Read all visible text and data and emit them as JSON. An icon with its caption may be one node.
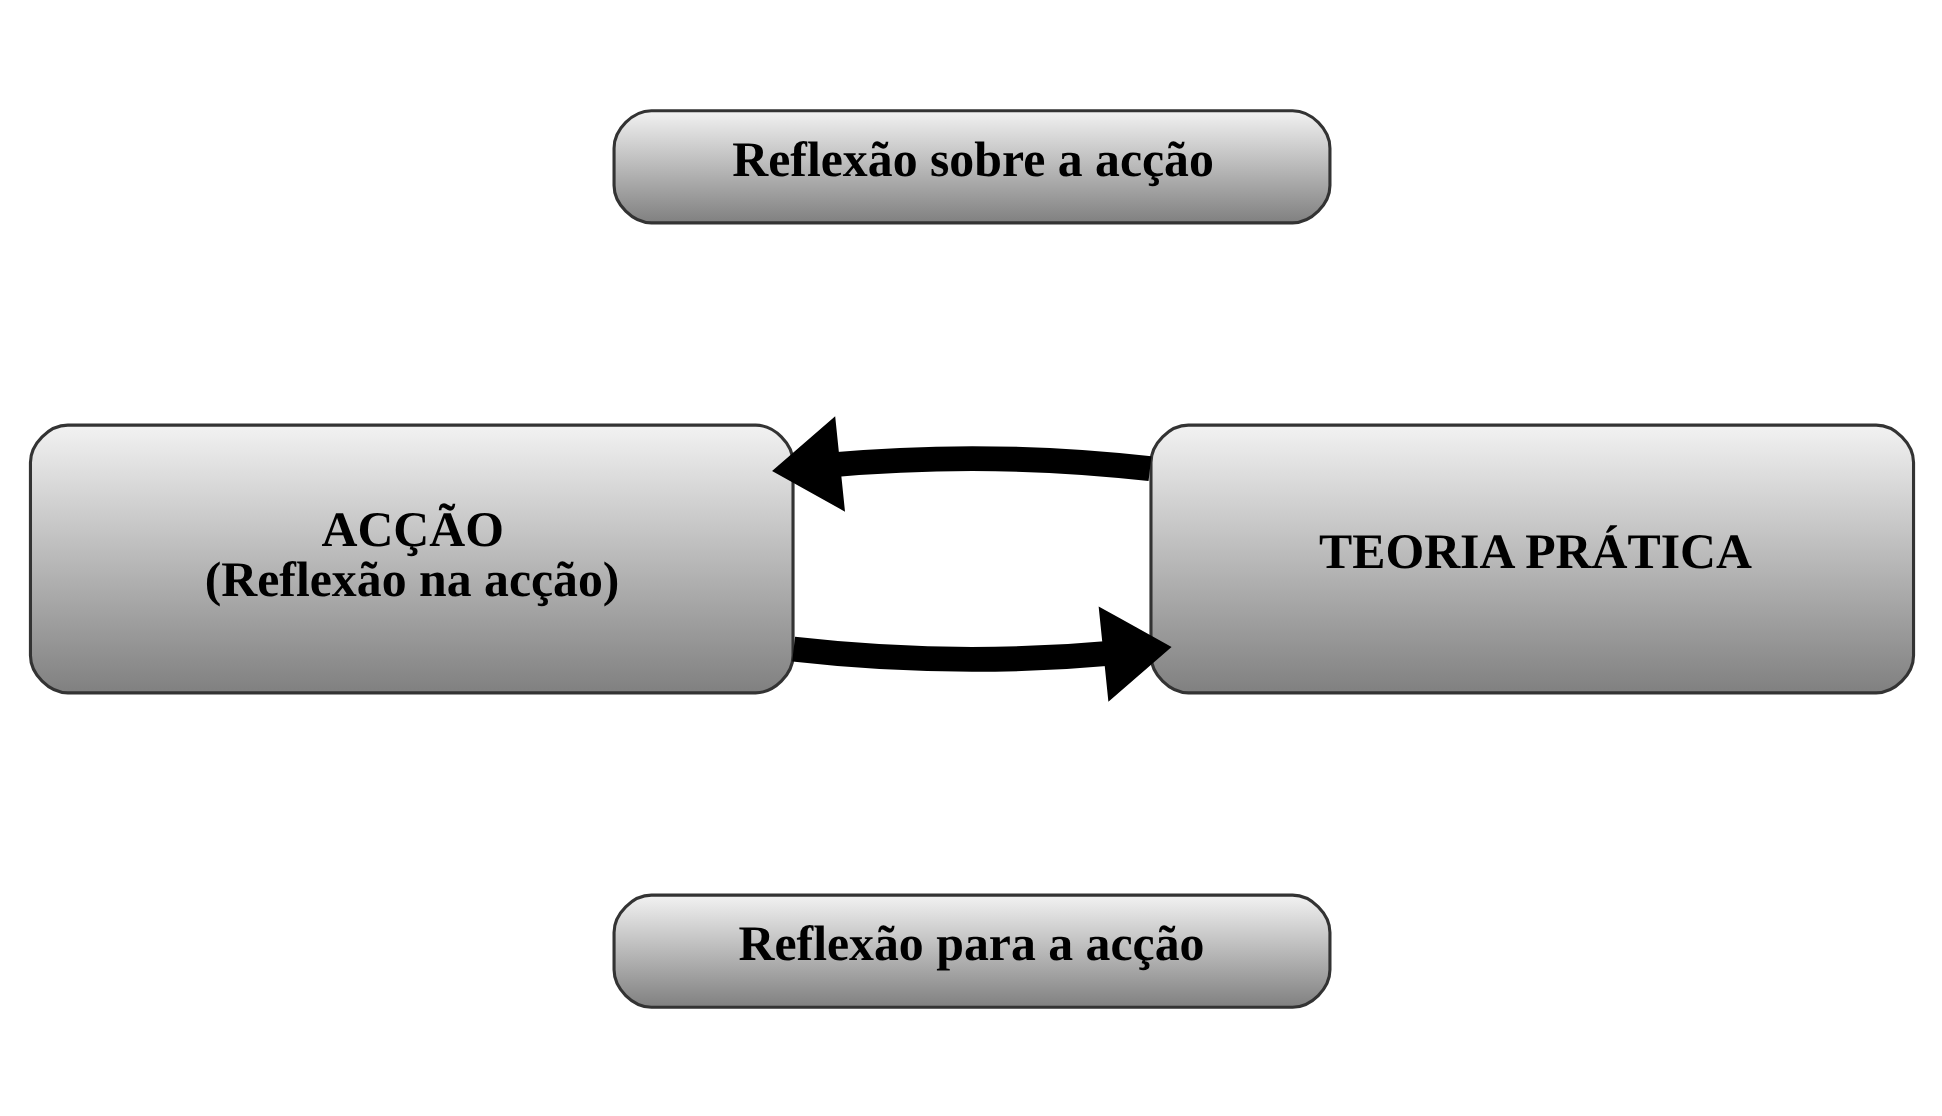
{
  "diagram": {
    "nodes": [
      {
        "text": [
          "ACÇÃO",
          "(Reflexão na acção)"
        ]
      },
      {
        "text": [
          "TEORIA PRÁTICA"
        ]
      },
      {
        "text": [
          "Reflexão sobre a acção"
        ]
      },
      {
        "text": [
          "Reflexão para a acção"
        ]
      }
    ],
    "edges": [
      {
        "from": 0,
        "to": 1,
        "arrow": "to"
      },
      {
        "from": 1,
        "to": 0,
        "arrow": "to"
      }
    ]
  }
}
